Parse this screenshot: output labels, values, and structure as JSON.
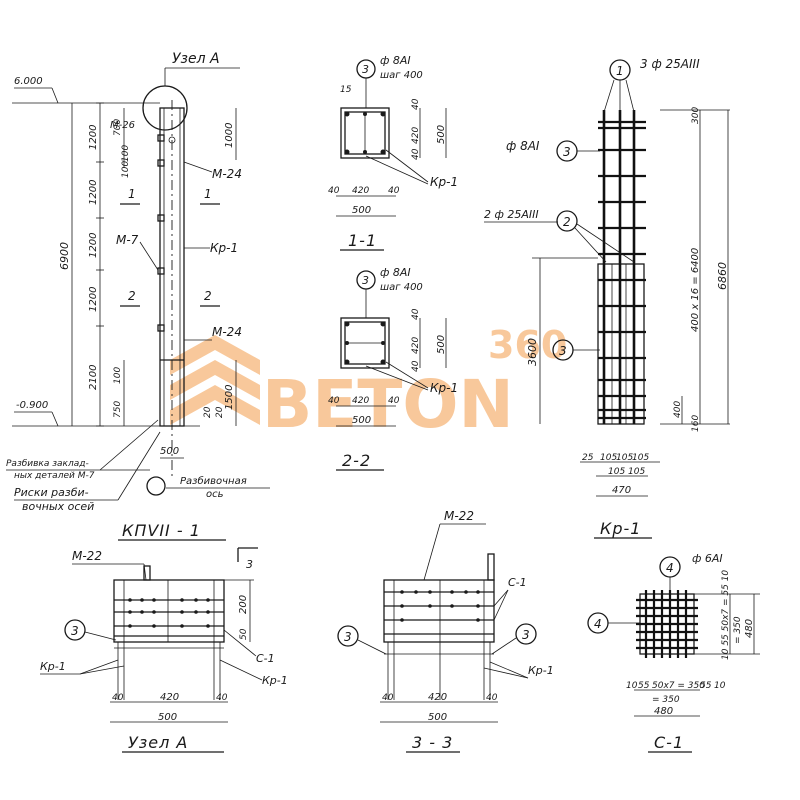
{
  "watermark": {
    "text": "BETON",
    "number": "360",
    "color": "#f39c4a"
  },
  "elevation": {
    "title": "КПVII - 1",
    "node_label": "Узел А",
    "level_top": "6.000",
    "level_bottom": "-0.900",
    "dims_left": [
      "1200",
      "1200",
      "1200",
      "1200",
      "2100"
    ],
    "dim_total": "6900",
    "dims_inner": [
      "700",
      "100",
      "100",
      "750",
      "100"
    ],
    "dims_right": [
      "1000",
      "1500"
    ],
    "dims_bottom_small": [
      "20",
      "20"
    ],
    "width": "500",
    "section_marks": [
      "1",
      "1",
      "2",
      "2"
    ],
    "labels": {
      "m26": "М-26",
      "m24a": "М-24",
      "m7": "М-7",
      "kr1": "Кр-1",
      "m24b": "М-24"
    },
    "notes": [
      "Разбивка заклад-",
      "ных деталей М-7",
      "Риски разби-",
      "вочных осей"
    ],
    "axis_note": [
      "Разбивочная",
      "ось"
    ]
  },
  "section11": {
    "title": "1-1",
    "callout": "3",
    "rebar": "ф 8АI",
    "step": "шаг 400",
    "dims_bottom": [
      "40",
      "420",
      "40"
    ],
    "width": "500",
    "dims_right": [
      "40",
      "420",
      "40"
    ],
    "height": "500",
    "top_dim": "15",
    "label": "Кр-1"
  },
  "section22": {
    "title": "2-2",
    "callout": "3",
    "rebar": "ф 8АI",
    "step": "шаг 400",
    "dims_bottom": [
      "40",
      "420",
      "40"
    ],
    "width": "500",
    "dims_right": [
      "40",
      "420",
      "40"
    ],
    "height": "500",
    "label": "Кр-1"
  },
  "cage": {
    "title": "Кр-1",
    "callout1": "1",
    "rebar1": "3 ф 25АIII",
    "callout3": "3",
    "rebar3": "ф 8АI",
    "callout2": "2",
    "rebar2": "2 ф 25АIII",
    "callout3b": "3",
    "dim_spacing": "400 х 16 = 6400",
    "dim_total": "6860",
    "dim_top": "300",
    "dim_lower": "3600",
    "dim_bot1": "400",
    "dim_bot2": "160",
    "dims_bottom": [
      "25",
      "105",
      "105",
      "105"
    ],
    "dims_bottom2": [
      "105",
      "105"
    ],
    "width": "470"
  },
  "nodeA": {
    "title": "Узел А",
    "label_top": "М-22",
    "callout": "3",
    "kr1": "Кр-1",
    "c1": "С-1",
    "kr1b": "Кр-1",
    "dims_right": [
      "200",
      "50"
    ],
    "dims_bottom": [
      "40",
      "420",
      "40"
    ],
    "width": "500",
    "section_mark": "3"
  },
  "section33": {
    "title": "3 - 3",
    "label_top": "М-22",
    "callout_left": "3",
    "callout_right": "3",
    "c1": "С-1",
    "kr1": "Кр-1",
    "dims_bottom": [
      "40",
      "420",
      "40"
    ],
    "width": "500"
  },
  "c1": {
    "title": "С-1",
    "callout_top": "4",
    "rebar": "ф 6АI",
    "callout_left": "4",
    "dims_bottom": [
      "10",
      "55",
      "50х7 = 350",
      "55",
      "10"
    ],
    "sum": "= 350",
    "width": "480",
    "dims_right_text": "10 55 50х7 = 55 10",
    "dim_right_total": "480",
    "dim_right_inner": "= 350"
  }
}
